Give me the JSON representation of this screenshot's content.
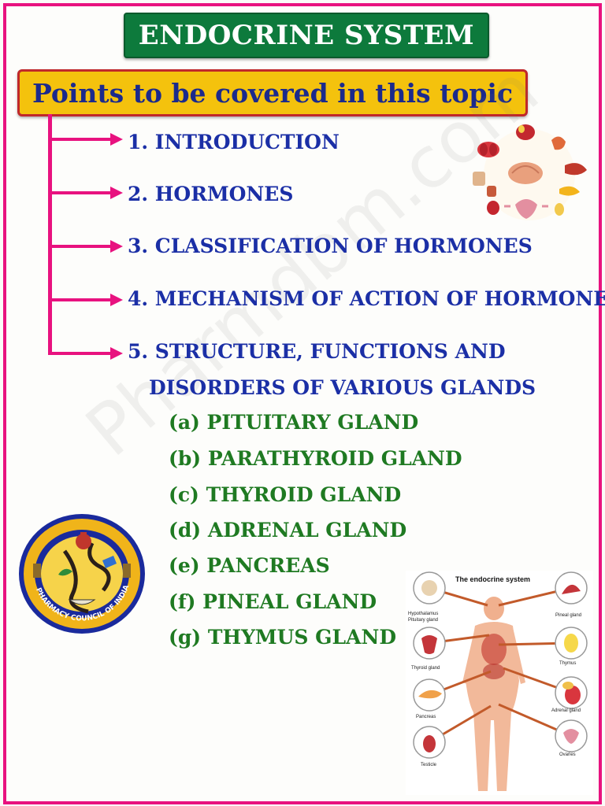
{
  "header": {
    "title": "ENDOCRINE SYSTEM"
  },
  "subheader": {
    "title": "Points to be covered in this topic"
  },
  "topics": [
    "1. INTRODUCTION",
    "2. HORMONES",
    "3. CLASSIFICATION OF HORMONES",
    "4. MECHANISM OF ACTION OF HORMONE",
    "5. STRUCTURE, FUNCTIONS AND"
  ],
  "topic5_continuation": "DISORDERS OF VARIOUS GLANDS",
  "glands": [
    "(a) PITUITARY GLAND",
    "(b) PARATHYROID  GLAND",
    "(c) THYROID GLAND",
    "(d) ADRENAL GLAND",
    "(e) PANCREAS",
    "(f)  PINEAL GLAND",
    "(g) THYMUS GLAND"
  ],
  "watermark": "Pharmdbm.com",
  "seal": {
    "text": "PHARMACY COUNCIL OF INDIA"
  },
  "diagram": {
    "title": "The endocrine system",
    "labels": {
      "hypothalamus": "Hypothalamus",
      "pituitary": "Pituitary gland",
      "pineal": "Pineal gland",
      "thyroid": "Thyroid gland",
      "thymus": "Thymus",
      "adrenal": "Adrenal gland",
      "pancreas": "Pancreas",
      "testicle": "Testicle",
      "ovaries": "Ovaries"
    }
  },
  "colors": {
    "accent_pink": "#e8127f",
    "title_green": "#0d7a3c",
    "subtitle_yellow": "#f4c20d",
    "topic_blue": "#1b2fa6",
    "gland_green": "#1f7a22"
  }
}
